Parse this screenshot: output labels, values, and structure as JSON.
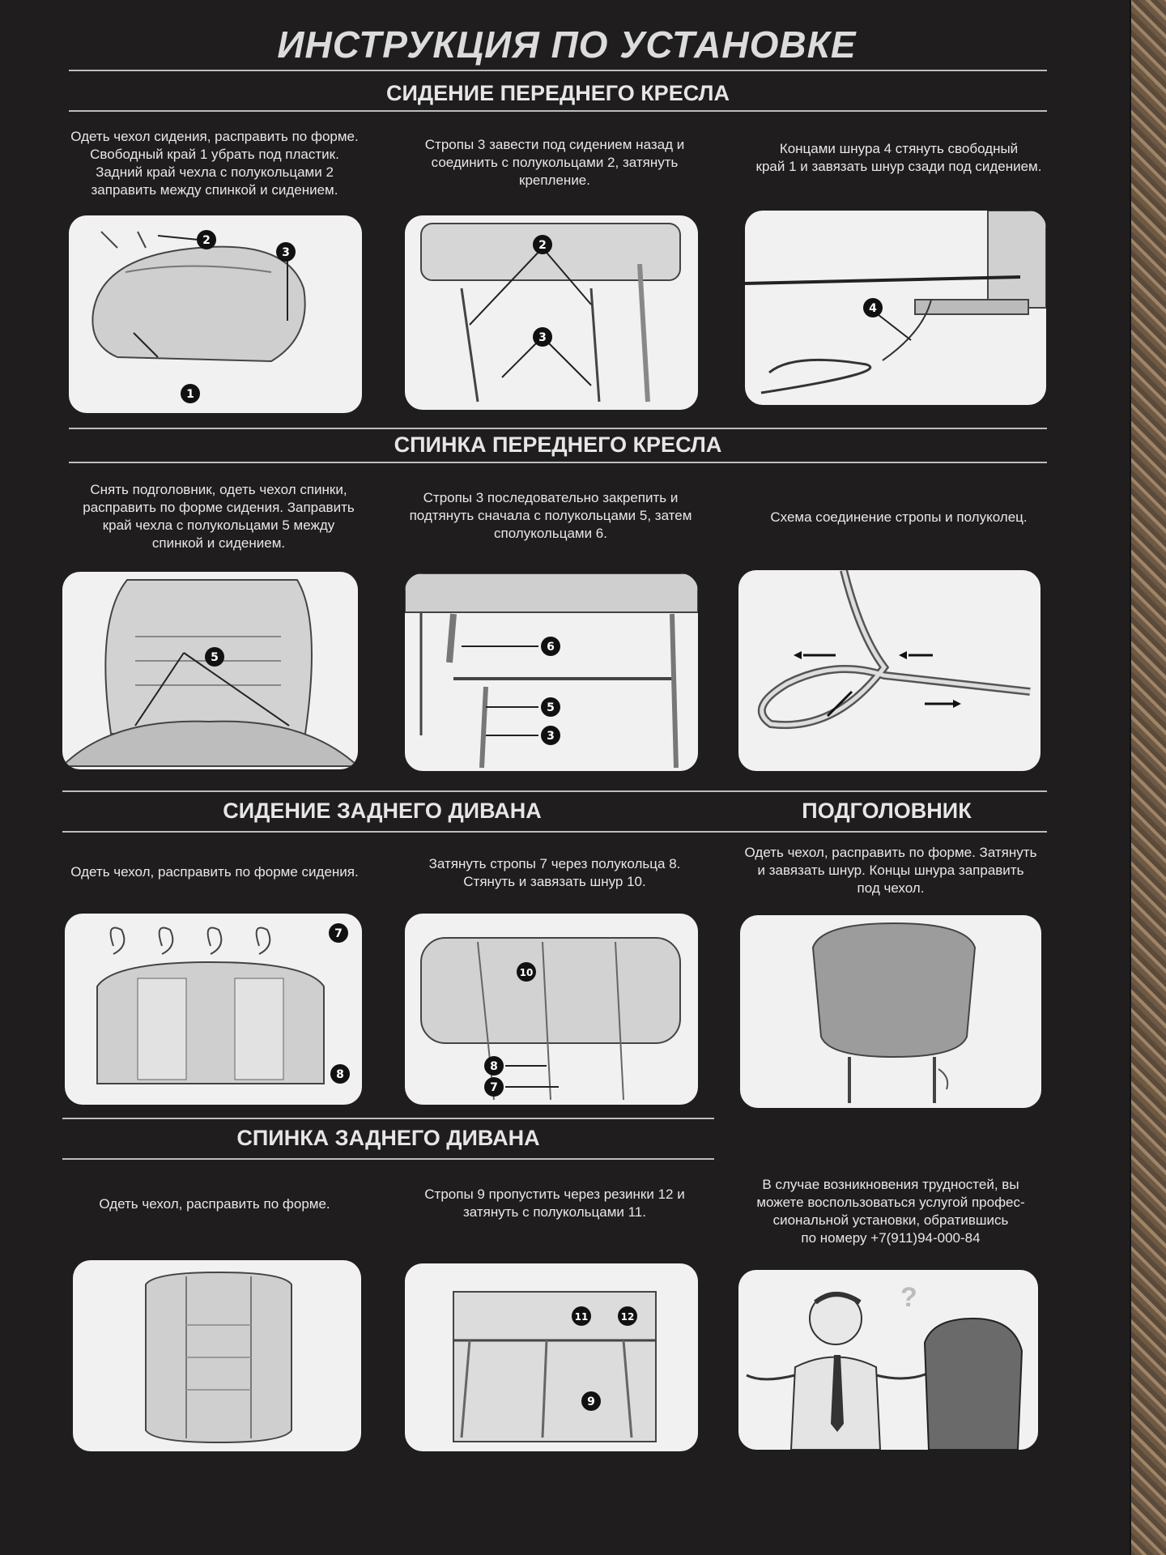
{
  "title": "ИНСТРУКЦИЯ ПО УСТАНОВКЕ",
  "sections": {
    "front_seat": "СИДЕНИЕ ПЕРЕДНЕГО КРЕСЛА",
    "front_back": "СПИНКА ПЕРЕДНЕГО КРЕСЛА",
    "rear_seat": "СИДЕНИЕ ЗАДНЕГО ДИВАНА",
    "headrest": "ПОДГОЛОВНИК",
    "rear_back": "СПИНКА ЗАДНЕГО ДИВАНА"
  },
  "captions": {
    "c1": [
      "Одеть чехол сидения, расправить по форме.",
      "Свободный край 1 убрать под пластик.",
      "Задний край чехла с полукольцами 2",
      "заправить между спинкой и сидением."
    ],
    "c2": [
      "Стропы 3 завести под сидением назад и",
      "соединить с полукольцами 2, затянуть",
      "крепление."
    ],
    "c3": [
      "Концами шнура 4 стянуть свободный",
      "край 1 и завязать шнур сзади под сидением."
    ],
    "c4": [
      "Снять подголовник, одеть чехол спинки,",
      "расправить по форме сидения. Заправить",
      "край чехла с полукольцами 5 между",
      "спинкой и сидением."
    ],
    "c5": [
      "Стропы 3 последовательно закрепить и",
      "подтянуть сначала с полукольцами 5, затем",
      "сполукольцами 6."
    ],
    "c6": [
      "Схема соединение стропы и полуколец."
    ],
    "c7": [
      "Одеть чехол, расправить по форме сидения."
    ],
    "c8": [
      "Затянуть стропы 7 через полукольца 8.",
      "Стянуть и завязать шнур 10."
    ],
    "c9": [
      "Одеть чехол, расправить по форме. Затянуть",
      "и завязать шнур. Концы шнура заправить",
      "под чехол."
    ],
    "c10": [
      "Одеть чехол, расправить по форме."
    ],
    "c11": [
      "Стропы 9 пропустить через резинки 12 и",
      "затянуть с полукольцами 11."
    ],
    "c12": [
      "В случае возникновения трудностей, вы",
      "можете воспользоваться услугой профес-",
      "сиональной установки, обратившись",
      "по номеру +7(911)94-000-84"
    ]
  },
  "callouts": {
    "n1": "1",
    "n2": "2",
    "n3": "3",
    "n4": "4",
    "n5": "5",
    "n6": "6",
    "n7": "7",
    "n8": "8",
    "n9": "9",
    "n10": "10",
    "n11": "11",
    "n12": "12"
  }
}
